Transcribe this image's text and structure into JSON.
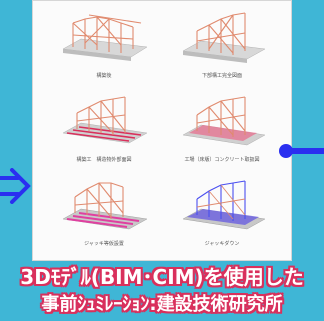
{
  "board": {
    "panels": [
      {
        "caption": "構築後",
        "variant": "frame-pink"
      },
      {
        "caption": "下部構工完全図面",
        "variant": "frame-pink"
      },
      {
        "caption": "構築工　構造物外部面図",
        "variant": "frame-pink"
      },
      {
        "caption": "工場（床版）コンクリート取扱図",
        "variant": "frame-red"
      },
      {
        "caption": "ジャッキ等仮設置",
        "variant": "frame-magenta"
      },
      {
        "caption": "ジャッキダウン",
        "variant": "frame-blue"
      }
    ]
  },
  "title": {
    "line1": "3Dﾓﾃﾞﾙ(BIM･CIM)を使用した",
    "line2": "事前ｼｭﾐﾚｰｼｮﾝ:建設技術研究所"
  },
  "colors": {
    "background": "#3fb6d6",
    "arrow": "#2a2ff0",
    "title_outline": "#d9305c",
    "frame": "#e08a6e",
    "frame_blue": "#4a4ff0",
    "magenta": "#e03fa0"
  },
  "icons": [
    "left-arrow-icon",
    "right-arrow-icon"
  ]
}
